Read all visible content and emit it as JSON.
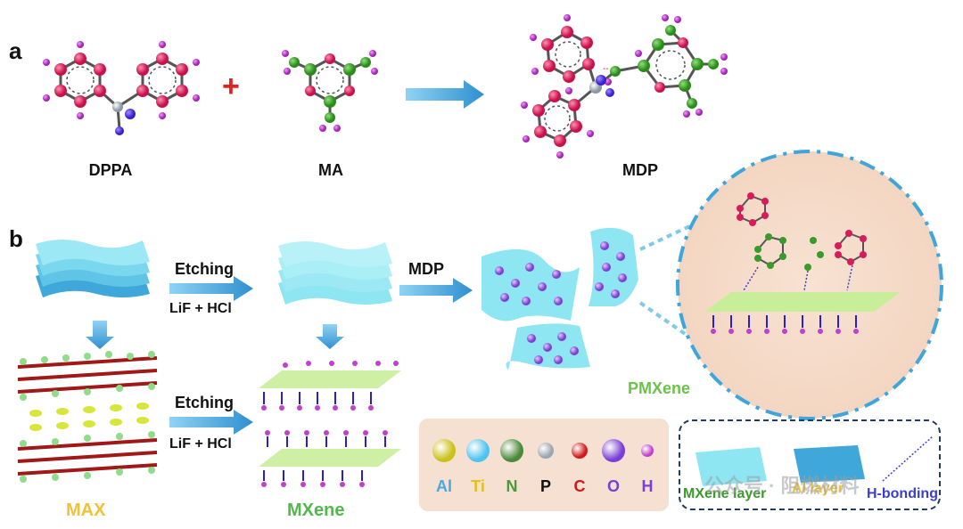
{
  "panels": {
    "a": "a",
    "b": "b"
  },
  "reaction": {
    "reactant1": "DPPA",
    "plus": "+",
    "reactant2": "MA",
    "product": "MDP"
  },
  "process": {
    "etching_top": "Etching",
    "reagent_top": "LiF + HCl",
    "mdp_step": "MDP",
    "etching_bottom": "Etching",
    "reagent_bottom": "LiF + HCl",
    "max_label": "MAX",
    "mxene_label": "MXene",
    "pmxene_label": "PMXene"
  },
  "legend_atoms": [
    {
      "label": "Al",
      "color": "#c9c21a",
      "text_color": "#4aa8e0"
    },
    {
      "label": "Ti",
      "color": "#4fc3f0",
      "text_color": "#e0c21a"
    },
    {
      "label": "N",
      "color": "#4a8a3a",
      "text_color": "#4a9a3a"
    },
    {
      "label": "P",
      "color": "#9aa6b0",
      "text_color": "#111111"
    },
    {
      "label": "C",
      "color": "#d11a1a",
      "text_color": "#d11a1a"
    },
    {
      "label": "O",
      "color": "#7a3fd6",
      "text_color": "#7a3fd6"
    },
    {
      "label": "H",
      "color": "#c23fd0",
      "text_color": "#7a3fd6"
    }
  ],
  "legend_layers": {
    "mxene_layer": "MXene layer",
    "al_layer": "Al layer",
    "h_bonding": "H-bonding"
  },
  "watermark": "公众号 · 阻燃材料",
  "colors": {
    "arrow": "#3ea6dc",
    "sheet": "#8ee6f2",
    "sheet_dark": "#3fa7d9",
    "carbon_ring": "#d81b5a",
    "hydrogen": "#c23fd0",
    "nitrogen": "#3a9a2a"
  }
}
